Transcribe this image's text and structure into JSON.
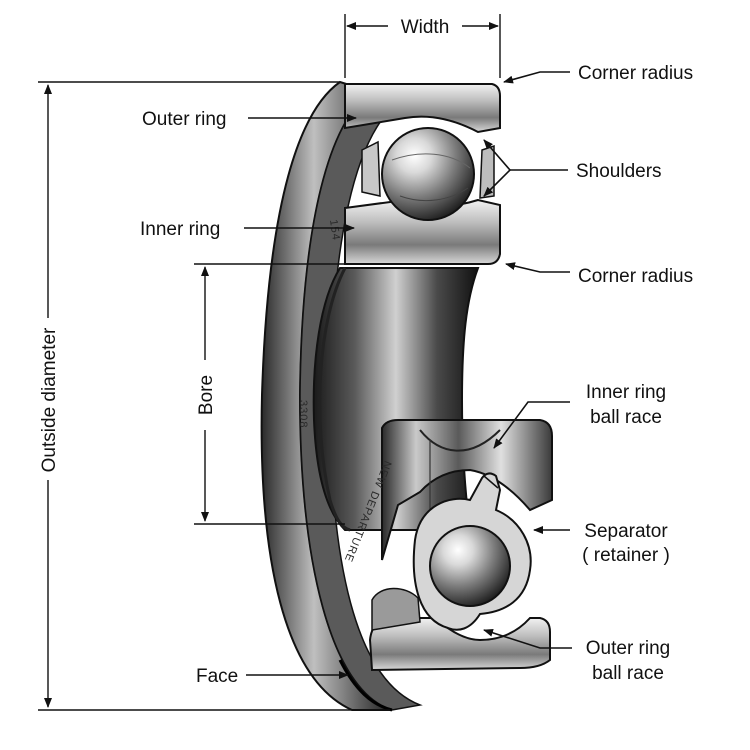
{
  "labels": {
    "width": "Width",
    "corner_radius_top": "Corner radius",
    "outer_ring": "Outer ring",
    "shoulders": "Shoulders",
    "inner_ring": "Inner ring",
    "corner_radius_mid": "Corner radius",
    "outside_diameter": "Outside diameter",
    "bore": "Bore",
    "inner_ring_ball_race": [
      "Inner ring",
      "ball race"
    ],
    "separator": [
      "Separator",
      "( retainer )"
    ],
    "outer_ring_ball_race": [
      "Outer ring",
      "ball race"
    ],
    "face": "Face"
  },
  "engraving": {
    "maker": "NEW DEPARTURE",
    "part_number": "3308",
    "code": "154"
  }
}
